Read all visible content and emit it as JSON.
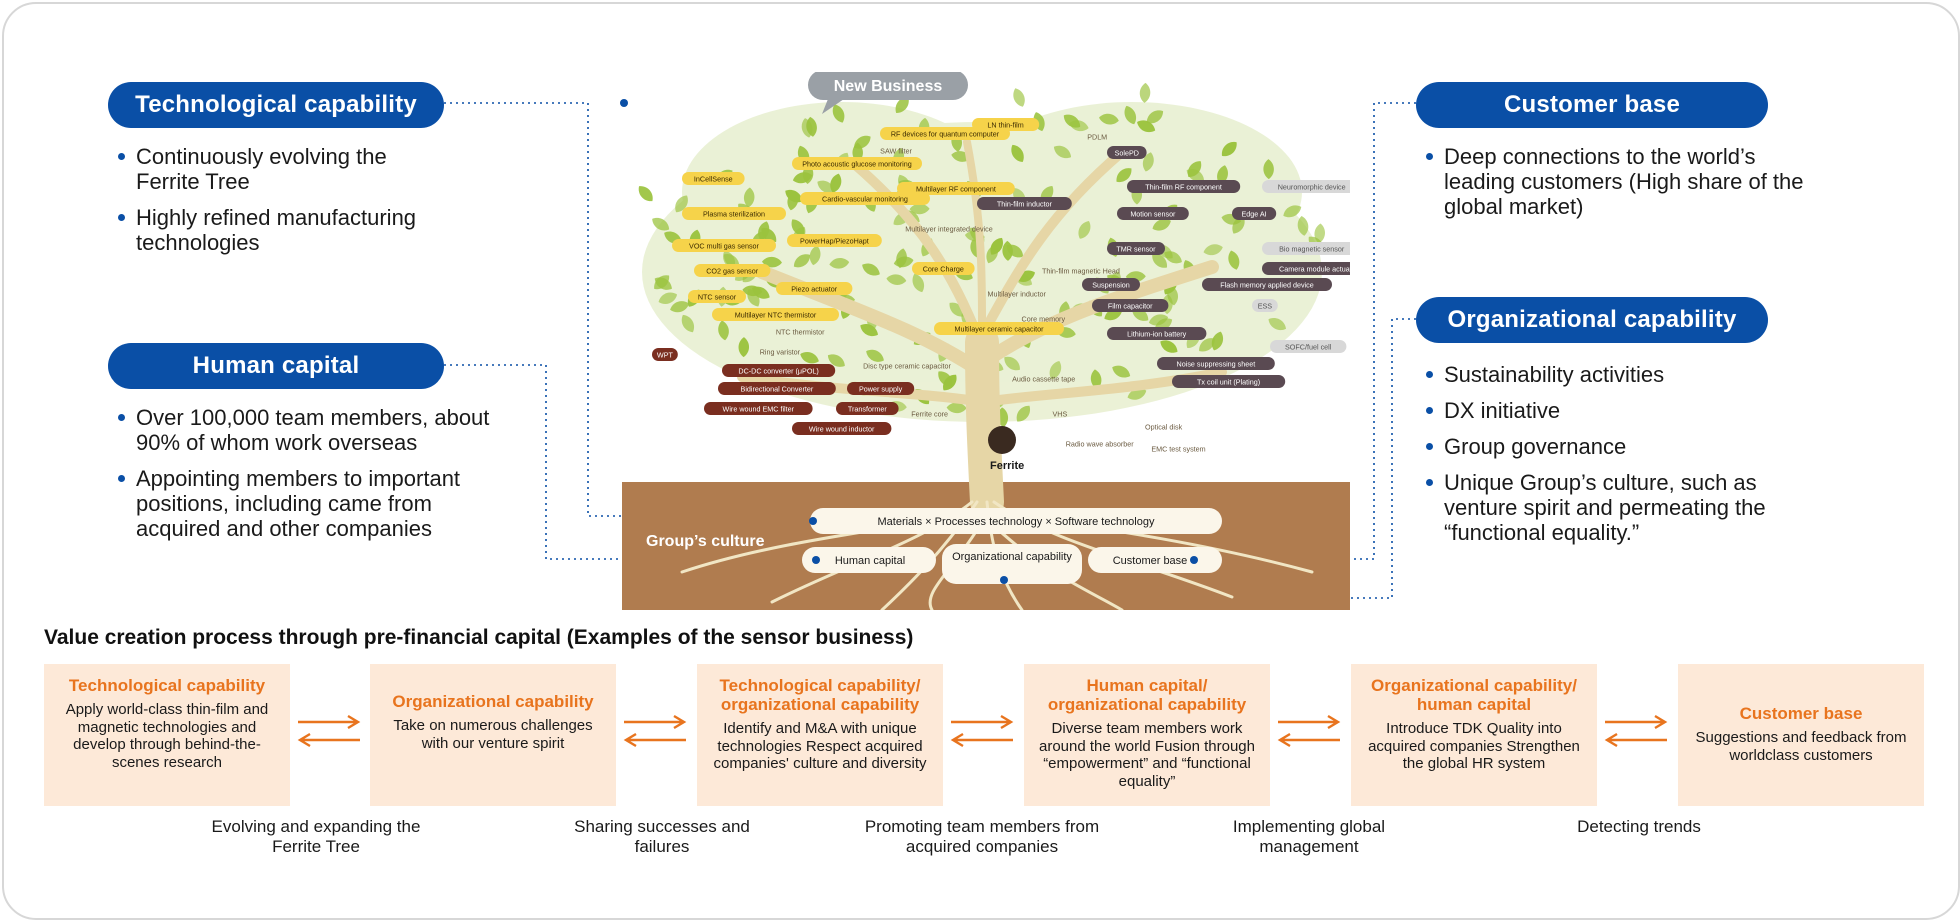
{
  "left_panel": {
    "technological": {
      "title": "Technological capability",
      "bullets": [
        "Continuously evolving the Ferrite Tree",
        "Highly refined manufacturing technologies"
      ]
    },
    "human": {
      "title": "Human capital",
      "bullets": [
        "Over 100,000 team members, about 90% of whom work overseas",
        "Appointing members to important positions, including came from acquired and other companies"
      ]
    }
  },
  "right_panel": {
    "customer": {
      "title": "Customer base",
      "bullets": [
        "Deep connections to the world’s leading customers (High share of the global market)"
      ]
    },
    "organizational": {
      "title": "Organizational capability",
      "bullets": [
        "Sustainability activities",
        "DX initiative",
        "Group governance",
        "Unique Group’s culture, such as venture spirit and permeating the “functional equality.”"
      ]
    }
  },
  "tree": {
    "new_business": "New Business",
    "trunk_label": "Ferrite",
    "roots": {
      "group_culture": "Group’s culture",
      "top_bar": "Materials × Processes technology × Software technology",
      "human_capital": "Human capital",
      "organizational": "Organizational capability",
      "customer_base": "Customer base"
    },
    "tags": [
      {
        "text": "RF devices for quantum computer",
        "style": "y"
      },
      {
        "text": "LN thin-film",
        "style": "y"
      },
      {
        "text": "Photo acoustic glucose monitoring",
        "style": "y"
      },
      {
        "text": "SAW filter",
        "style": "t"
      },
      {
        "text": "PDLM",
        "style": "t"
      },
      {
        "text": "InCellSense",
        "style": "y"
      },
      {
        "text": "Cardio-vascular monitoring",
        "style": "y"
      },
      {
        "text": "Multilayer RF component",
        "style": "y"
      },
      {
        "text": "SolePD",
        "style": "d"
      },
      {
        "text": "Plasma sterilization",
        "style": "y"
      },
      {
        "text": "Thin-film RF component",
        "style": "d"
      },
      {
        "text": "Neuromorphic device",
        "style": "g"
      },
      {
        "text": "VOC multi gas sensor",
        "style": "y"
      },
      {
        "text": "Multilayer integrated device",
        "style": "t"
      },
      {
        "text": "Thin-film inductor",
        "style": "d"
      },
      {
        "text": "Motion sensor",
        "style": "d"
      },
      {
        "text": "Edge AI",
        "style": "d"
      },
      {
        "text": "PowerHap/PiezoHapt",
        "style": "y"
      },
      {
        "text": "CO2 gas sensor",
        "style": "y"
      },
      {
        "text": "Core Charge",
        "style": "y"
      },
      {
        "text": "TMR sensor",
        "style": "d"
      },
      {
        "text": "Bio magnetic sensor",
        "style": "g"
      },
      {
        "text": "NTC sensor",
        "style": "y"
      },
      {
        "text": "Piezo actuator",
        "style": "y"
      },
      {
        "text": "Thin-film magnetic Head",
        "style": "t"
      },
      {
        "text": "Camera module actuator",
        "style": "d"
      },
      {
        "text": "Multilayer NTC thermistor",
        "style": "y"
      },
      {
        "text": "Multilayer inductor",
        "style": "t"
      },
      {
        "text": "Suspension",
        "style": "d"
      },
      {
        "text": "Flash memory applied device",
        "style": "d"
      },
      {
        "text": "Core memory",
        "style": "t"
      },
      {
        "text": "Film capacitor",
        "style": "d"
      },
      {
        "text": "ESS",
        "style": "g"
      },
      {
        "text": "NTC thermistor",
        "style": "t"
      },
      {
        "text": "Multilayer ceramic capacitor",
        "style": "y"
      },
      {
        "text": "Lithium-ion battery",
        "style": "d"
      },
      {
        "text": "WPT",
        "style": "b"
      },
      {
        "text": "Ring varistor",
        "style": "t"
      },
      {
        "text": "SOFC/fuel cell",
        "style": "g"
      },
      {
        "text": "DC-DC converter (μPOL)",
        "style": "b"
      },
      {
        "text": "Disc type ceramic capacitor",
        "style": "t"
      },
      {
        "text": "Noise suppressing sheet",
        "style": "d"
      },
      {
        "text": "Bidirectional Converter",
        "style": "b"
      },
      {
        "text": "Power supply",
        "style": "b"
      },
      {
        "text": "Tx coil unit (Plating)",
        "style": "d"
      },
      {
        "text": "Wire wound EMC filter",
        "style": "b"
      },
      {
        "text": "Transformer",
        "style": "b"
      },
      {
        "text": "Audio cassette tape",
        "style": "t"
      },
      {
        "text": "Wire wound inductor",
        "style": "b"
      },
      {
        "text": "Ferrite core",
        "style": "t"
      },
      {
        "text": "VHS",
        "style": "t"
      },
      {
        "text": "Optical disk",
        "style": "t"
      },
      {
        "text": "Radio wave absorber",
        "style": "t"
      },
      {
        "text": "EMC test system",
        "style": "t"
      }
    ]
  },
  "process": {
    "title": "Value creation process through pre-financial capital (Examples of the sensor business)",
    "steps": [
      {
        "heading": "Technological capability",
        "body": "Apply world-class thin-film and magnetic technologies and develop through behind-the-scenes research"
      },
      {
        "heading": "Organizational capability",
        "body": "Take on numerous challenges with our venture spirit"
      },
      {
        "heading": "Technological capability/ organizational capability",
        "body": "Identify and M&A with unique technologies Respect acquired companies' culture and diversity"
      },
      {
        "heading": "Human capital/ organizational capability",
        "body": "Diverse team members work around the world Fusion through “empowerment” and “functional equality”"
      },
      {
        "heading": "Organizational capability/ human capital",
        "body": "Introduce TDK Quality into acquired companies Strengthen the global HR system"
      },
      {
        "heading": "Customer base",
        "body": "Suggestions and feedback from worldclass customers"
      }
    ],
    "edges": [
      "Evolving and expanding the Ferrite Tree",
      "Sharing successes and failures",
      "Promoting team members from acquired companies",
      "Implementing global management",
      "Detecting trends"
    ]
  },
  "colors": {
    "navy": "#0a4fa6",
    "orange": "#e8741e",
    "peach": "#fde9d8",
    "soil": "#b07c4f",
    "leaf": "#9bc33e"
  }
}
